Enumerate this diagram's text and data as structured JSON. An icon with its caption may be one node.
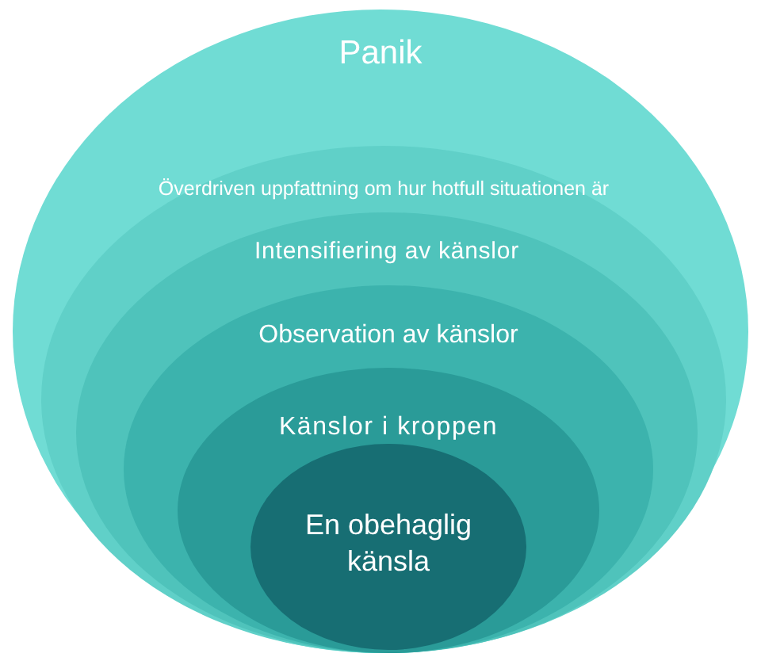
{
  "diagram": {
    "nodes": [
      {
        "text": [
          "Panik"
        ]
      },
      {
        "text": [
          "Överdriven uppfattning om hur hotfull situationen är"
        ],
        "in": 0
      },
      {
        "text": [
          "Intensifiering av känslor"
        ],
        "in": 1
      },
      {
        "text": [
          "Observation av känslor"
        ],
        "in": 2
      },
      {
        "text": [
          "Känslor i kroppen"
        ],
        "in": 3
      },
      {
        "text": [
          "En obehaglig känsla"
        ],
        "in": 4
      }
    ]
  }
}
